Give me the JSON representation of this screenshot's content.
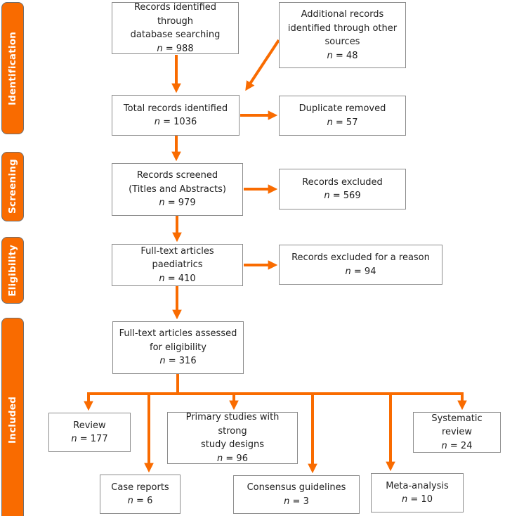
{
  "colors": {
    "accent": "#f96b00",
    "box_border": "#8c8c8c",
    "stage_border": "#6e6e6e",
    "text": "#1f1f1f",
    "stage_text": "#ffffff",
    "box_background": "#ffffff"
  },
  "stages": [
    {
      "label": "Identification"
    },
    {
      "label": "Screening"
    },
    {
      "label": "Eligibility"
    },
    {
      "label": "Included"
    }
  ],
  "boxes": [
    {
      "name": "records-database",
      "lines": [
        "Records identified through",
        "database searching"
      ],
      "n_label": "n",
      "n_eq": " = 988"
    },
    {
      "name": "additional-records",
      "lines": [
        "Additional records",
        "identified through other",
        "sources"
      ],
      "n_label": "n",
      "n_eq": " = 48"
    },
    {
      "name": "total-records",
      "lines": [
        "Total records identified"
      ],
      "n_label": "n",
      "n_eq": " = 1036"
    },
    {
      "name": "duplicate-removed",
      "lines": [
        "Duplicate removed"
      ],
      "n_label": "n",
      "n_eq": " = 57"
    },
    {
      "name": "records-screened",
      "lines": [
        "Records screened",
        "(Titles and Abstracts)"
      ],
      "n_label": "n",
      "n_eq": " = 979"
    },
    {
      "name": "records-excluded",
      "lines": [
        "Records excluded"
      ],
      "n_label": "n",
      "n_eq": " = 569"
    },
    {
      "name": "fulltext-paediatrics",
      "lines": [
        "Full-text articles paediatrics"
      ],
      "n_label": "n",
      "n_eq": " = 410"
    },
    {
      "name": "excluded-for-reason",
      "lines": [
        "Records excluded for a reason"
      ],
      "n_label": "n",
      "n_eq": " = 94"
    },
    {
      "name": "fulltext-assessed",
      "lines": [
        "Full-text articles assessed",
        "for eligibility"
      ],
      "n_label": "n",
      "n_eq": " = 316"
    },
    {
      "name": "review",
      "lines": [
        "Review"
      ],
      "n_label": "n",
      "n_eq": " = 177"
    },
    {
      "name": "primary-studies",
      "lines": [
        "Primary studies with strong",
        "study designs"
      ],
      "n_label": "n",
      "n_eq": " = 96"
    },
    {
      "name": "systematic-review",
      "lines": [
        "Systematic review"
      ],
      "n_label": "n",
      "n_eq": " = 24"
    },
    {
      "name": "case-reports",
      "lines": [
        "Case reports"
      ],
      "n_label": "n",
      "n_eq": " = 6"
    },
    {
      "name": "consensus-guidelines",
      "lines": [
        "Consensus guidelines"
      ],
      "n_label": "n",
      "n_eq": " = 3"
    },
    {
      "name": "meta-analysis",
      "lines": [
        "Meta-analysis"
      ],
      "n_label": "n",
      "n_eq": " = 10"
    }
  ],
  "connections": [
    {
      "from": "records-database",
      "to": "total-records"
    },
    {
      "from": "additional-records",
      "to": "total-records"
    },
    {
      "from": "total-records",
      "to": "duplicate-removed"
    },
    {
      "from": "total-records",
      "to": "records-screened"
    },
    {
      "from": "records-screened",
      "to": "records-excluded"
    },
    {
      "from": "records-screened",
      "to": "fulltext-paediatrics"
    },
    {
      "from": "fulltext-paediatrics",
      "to": "excluded-for-reason"
    },
    {
      "from": "fulltext-paediatrics",
      "to": "fulltext-assessed"
    },
    {
      "from": "fulltext-assessed",
      "to": "review"
    },
    {
      "from": "fulltext-assessed",
      "to": "case-reports"
    },
    {
      "from": "fulltext-assessed",
      "to": "primary-studies"
    },
    {
      "from": "fulltext-assessed",
      "to": "consensus-guidelines"
    },
    {
      "from": "fulltext-assessed",
      "to": "meta-analysis"
    },
    {
      "from": "fulltext-assessed",
      "to": "systematic-review"
    }
  ]
}
